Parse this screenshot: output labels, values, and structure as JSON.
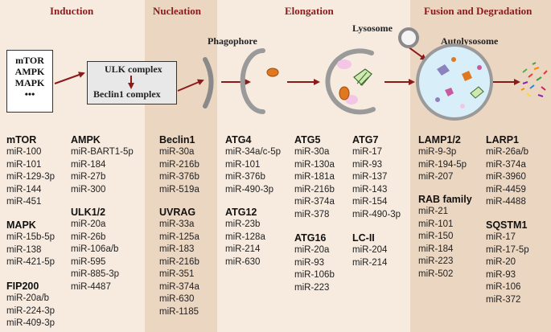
{
  "stages": [
    {
      "label": "Induction"
    },
    {
      "label": "Nucleation"
    },
    {
      "label": "Elongation"
    },
    {
      "label": "Fusion and Degradation"
    }
  ],
  "diagram": {
    "kinases": [
      "mTOR",
      "AMPK",
      "MAPK",
      "•••"
    ],
    "ulk_complex": "ULK complex",
    "beclin_complex": "Beclin1 complex",
    "phagophore": "Phagophore",
    "lysosome": "Lysosome",
    "autolysosome": "Autolysosome"
  },
  "groups": [
    {
      "name": "mTOR",
      "items": [
        "miR-100",
        "miR-101",
        "miR-129-3p",
        "miR-144",
        "miR-451"
      ]
    },
    {
      "name": "MAPK",
      "items": [
        "miR-15b-5p",
        "miR-138",
        "miR-421-5p"
      ]
    },
    {
      "name": "FIP200",
      "items": [
        "miR-20a/b",
        "miR-224-3p",
        "miR-409-3p"
      ]
    },
    {
      "name": "AMPK",
      "items": [
        "miR-BART1-5p",
        "miR-184",
        "miR-27b",
        "miR-300"
      ]
    },
    {
      "name": "ULK1/2",
      "items": [
        "miR-20a",
        "miR-26b",
        "miR-106a/b",
        "miR-595",
        "miR-885-3p",
        "miR-4487"
      ]
    },
    {
      "name": "Beclin1",
      "items": [
        "miR-30a",
        "miR-216b",
        "miR-376b",
        "miR-519a"
      ]
    },
    {
      "name": "UVRAG",
      "items": [
        "miR-33a",
        "miR-125a",
        "miR-183",
        "miR-216b",
        "miR-351",
        "miR-374a",
        "miR-630",
        "miR-1185"
      ]
    },
    {
      "name": "ATG4",
      "items": [
        "miR-34a/c-5p",
        "miR-101",
        "miR-376b",
        "miR-490-3p"
      ]
    },
    {
      "name": "ATG12",
      "items": [
        "miR-23b",
        "miR-128a",
        "miR-214",
        "miR-630"
      ]
    },
    {
      "name": "ATG5",
      "items": [
        "miR-30a",
        "miR-130a",
        "miR-181a",
        "miR-216b",
        "miR-374a",
        "miR-378"
      ]
    },
    {
      "name": "ATG16",
      "items": [
        "miR-20a",
        "miR-93",
        "miR-106b",
        "miR-223"
      ]
    },
    {
      "name": "ATG7",
      "items": [
        "miR-17",
        "miR-93",
        "miR-137",
        "miR-143",
        "miR-154",
        "miR-490-3p"
      ]
    },
    {
      "name": "LC-II",
      "items": [
        "miR-204",
        "miR-214"
      ]
    },
    {
      "name": "LAMP1/2",
      "items": [
        "miR-9-3p",
        "miR-194-5p",
        "miR-207"
      ]
    },
    {
      "name": "RAB family",
      "items": [
        "miR-21",
        "miR-101",
        "miR-150",
        "miR-184",
        "miR-223",
        "miR-502"
      ]
    },
    {
      "name": "LARP1",
      "items": [
        "miR-26a/b",
        "miR-374a",
        "miR-3960",
        "miR-4459",
        "miR-4488"
      ]
    },
    {
      "name": "SQSTM1",
      "items": [
        "miR-17",
        "miR-17-5p",
        "miR-20",
        "miR-93",
        "miR-106",
        "miR-372"
      ]
    }
  ],
  "colors": {
    "stage_title": "#8b1a1a",
    "arrow": "#8b1a1a",
    "band_light": "#f7ebe0",
    "band_dark": "#ebd6c2"
  }
}
